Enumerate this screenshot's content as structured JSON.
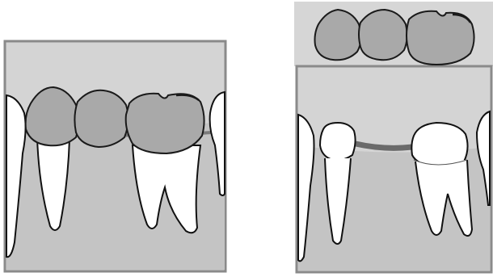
{
  "figure": {
    "panels": [
      {
        "id": "bridge-seated",
        "state": "crown bridge cemented over prepared abutment teeth"
      },
      {
        "id": "bridge-removed",
        "state": "crown bridge lifted off, showing prepared abutments and gap"
      }
    ],
    "colors": {
      "background": "#ffffff",
      "panel_bg": "#d4d4d4",
      "panel_border": "#8a8a8a",
      "gum": "#c4c4c4",
      "crown": "#a9a9a9",
      "crown_stroke": "#1a1a1a",
      "tooth": "#ffffff",
      "tooth_stroke": "#111111",
      "gum_line_shadow": "#7a7a7a"
    }
  }
}
